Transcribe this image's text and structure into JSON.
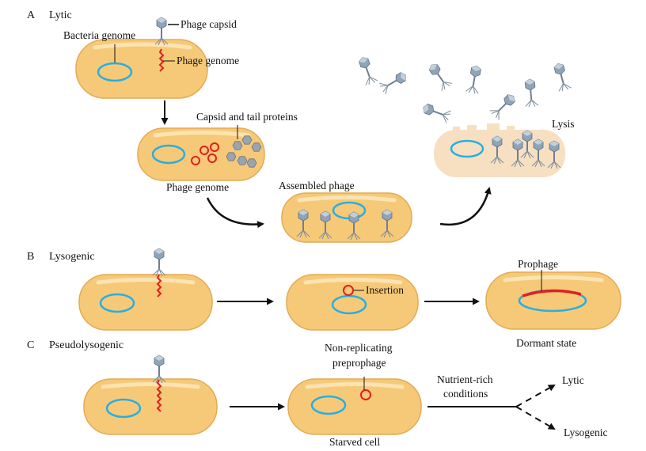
{
  "sections": {
    "a": {
      "letter": "A",
      "name": "Lytic"
    },
    "b": {
      "letter": "B",
      "name": "Lysogenic"
    },
    "c": {
      "letter": "C",
      "name": "Pseudolysogenic"
    }
  },
  "labels": {
    "phage_capsid": "Phage capsid",
    "bacteria_genome": "Bacteria genome",
    "phage_genome_top": "Phage genome",
    "capsid_tail_proteins": "Capsid and tail proteins",
    "phage_genome_mid": "Phage genome",
    "assembled_phage": "Assembled phage",
    "lysis": "Lysis",
    "insertion": "Insertion",
    "prophage": "Prophage",
    "dormant_state": "Dormant state",
    "non_replicating_1": "Non-replicating",
    "non_replicating_2": "preprophage",
    "starved_cell": "Starved cell",
    "nutrient_1": "Nutrient-rich",
    "nutrient_2": "conditions",
    "lytic_outcome": "Lytic",
    "lysogenic_outcome": "Lysogenic"
  },
  "colors": {
    "cell_fill": "#f6c978",
    "cell_stroke": "#e3ab55",
    "lysed_fill": "#f7e0c2",
    "bacterial_genome": "#29aee0",
    "phage_genome": "#e02020",
    "phage_head": "#8fa4b8",
    "protein_hex": "#9aa4ae"
  }
}
